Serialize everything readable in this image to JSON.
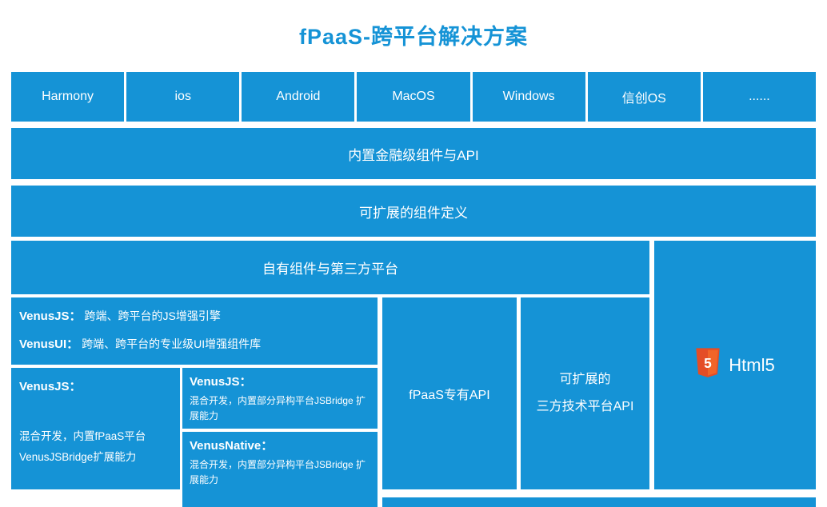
{
  "title": "fPaaS-跨平台解决方案",
  "colors": {
    "primary_blue": "#1593d6",
    "html5_orange": "#e44d26",
    "text_white": "#ffffff"
  },
  "platforms": [
    "Harmony",
    "ios",
    "Android",
    "MacOS",
    "Windows",
    "信创OS",
    "......"
  ],
  "bands": [
    "内置金融级组件与API",
    "可扩展的组件定义"
  ],
  "section": {
    "header": "自有组件与第三方平台",
    "venus_top": [
      {
        "label": "VenusJS：",
        "text": "跨端、跨平台的JS增强引擎"
      },
      {
        "label": "VenusUI：",
        "text": "跨端、跨平台的专业级UI增强组件库"
      }
    ],
    "venus_left": {
      "label": "VenusJS：",
      "text": "混合开发，内置fPaaS平台 VenusJSBridge扩展能力"
    },
    "venus_stack": [
      {
        "label": "VenusJS：",
        "text": "混合开发，内置部分异构平台JSBridge 扩展能力"
      },
      {
        "label": "VenusNative：",
        "text": "混合开发，内置部分异构平台JSBridge 扩展能力"
      }
    ],
    "fpaas_api": "fPaaS专有API",
    "ext_api_line1": "可扩展的",
    "ext_api_line2": "三方技术平台API",
    "html5_label": "Html5"
  }
}
